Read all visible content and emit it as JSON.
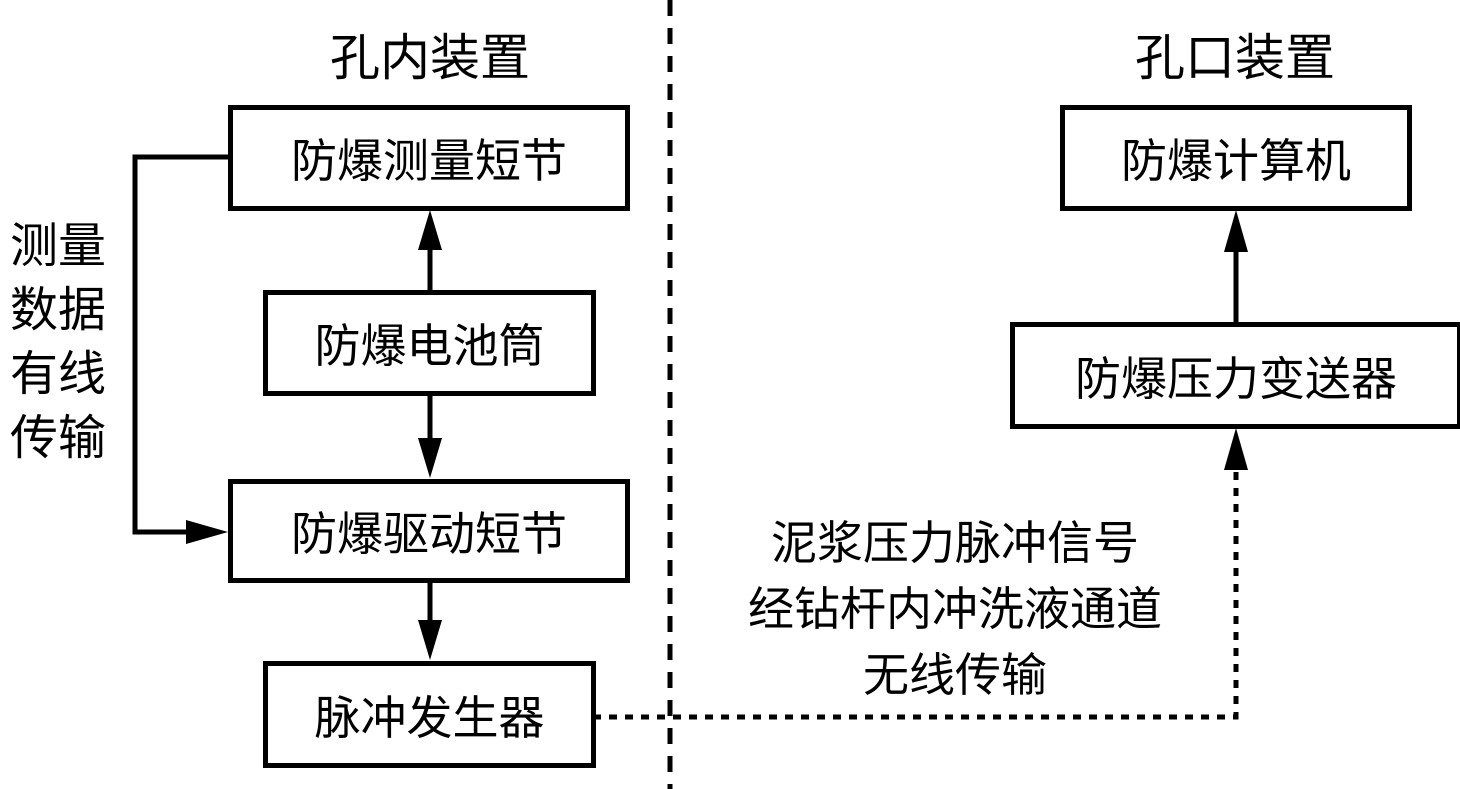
{
  "sections": {
    "downhole": "孔内装置",
    "surface": "孔口装置"
  },
  "downhole_boxes": {
    "measurement_sub": "防爆测量短节",
    "battery_tube": "防爆电池筒",
    "drive_sub": "防爆驱动短节",
    "pulse_generator": "脉冲发生器"
  },
  "surface_boxes": {
    "computer": "防爆计算机",
    "pressure_transmitter": "防爆压力变送器"
  },
  "wired_label": {
    "lines": [
      "测量",
      "数据",
      "有线",
      "传输"
    ]
  },
  "wireless_label": {
    "lines": [
      "泥浆压力脉冲信号",
      "经钻杆内冲洗液通道",
      "无线传输"
    ]
  },
  "colors": {
    "line": "#000000",
    "background": "#ffffff"
  }
}
